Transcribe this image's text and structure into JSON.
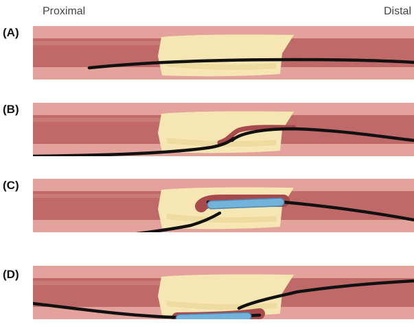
{
  "header": {
    "proximal": "Proximal",
    "distal": "Distal"
  },
  "panels": [
    {
      "label": "(A)"
    },
    {
      "label": "(B)"
    },
    {
      "label": "(C)"
    },
    {
      "label": "(D)"
    }
  ],
  "colors": {
    "vessel_wall": "#e3a39c",
    "vessel_lumen": "#bf6a68",
    "plaque": "#f5e6b3",
    "plaque_shade": "#e9d598",
    "wire": "#111111",
    "balloon": "#72b3dc",
    "balloon_outline": "#4f86ac",
    "subintimal_channel": "#a84a4c"
  }
}
